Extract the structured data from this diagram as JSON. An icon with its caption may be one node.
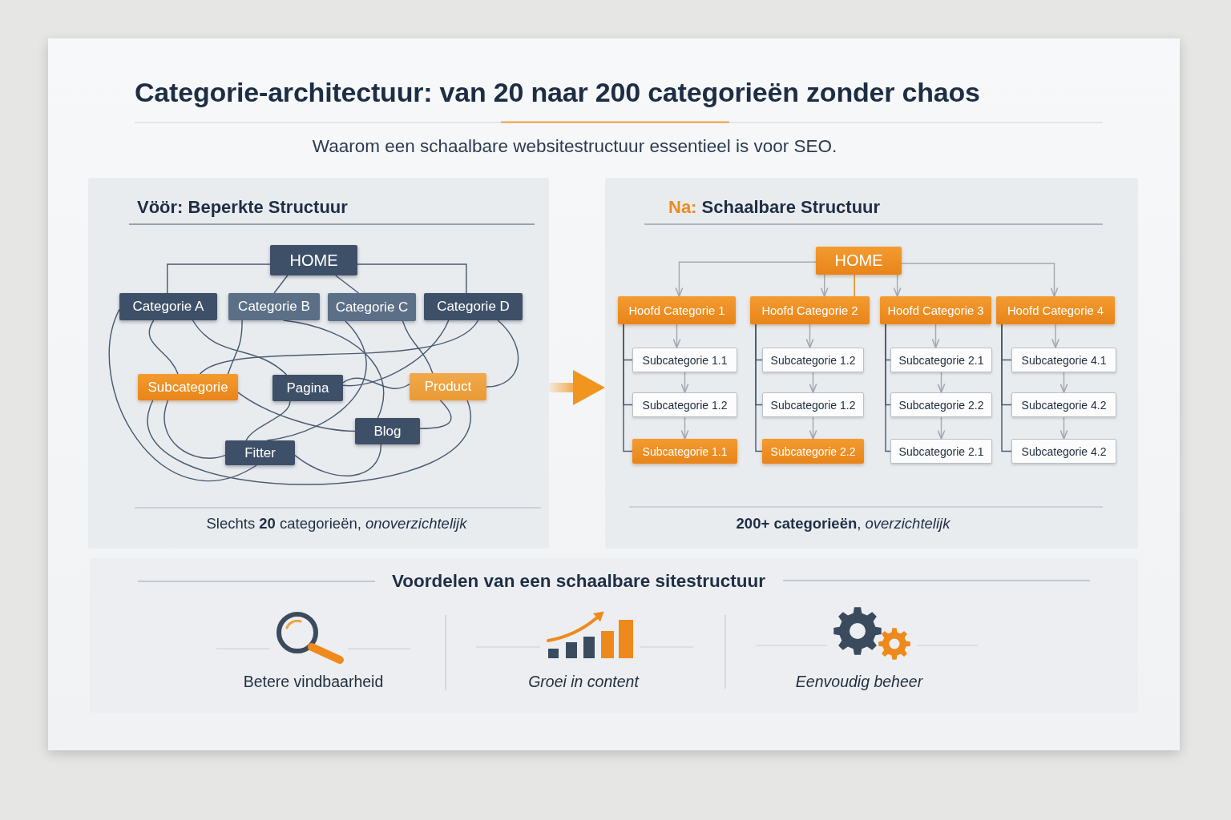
{
  "diagram": {
    "title": "Categorie-architectuur: van 20 naar 200 categorieën zonder chaos",
    "nodes": [
      {
        "text": [
          "Vöör: Beperkte Structuur",
          "Slechts **20** categorieën, *onoverzichtelijk*"
        ]
      },
      {
        "text": [
          "HOME"
        ],
        "in": 0
      },
      {
        "text": [
          "Categorie A"
        ],
        "in": 0
      },
      {
        "text": [
          "Categorie B"
        ],
        "in": 0
      },
      {
        "text": [
          "Categorie C"
        ],
        "in": 0
      },
      {
        "text": [
          "Categorie D"
        ],
        "in": 0
      },
      {
        "text": [
          "Subcategorie"
        ],
        "in": 0
      },
      {
        "text": [
          "Pagina"
        ],
        "in": 0
      },
      {
        "text": [
          "Product"
        ],
        "in": 0
      },
      {
        "text": [
          "Blog"
        ],
        "in": 0
      },
      {
        "text": [
          "Fitter"
        ],
        "in": 0
      },
      {
        "text": [
          "Na: Schaalbare Structuur",
          "**200+ categorieën**, *overzichtelijk*"
        ]
      },
      {
        "text": [
          "HOME"
        ],
        "in": 11
      },
      {
        "text": [
          "Hoofd Categorie 1"
        ],
        "in": 11
      },
      {
        "text": [
          "Hoofd Categorie 2"
        ],
        "in": 11
      },
      {
        "text": [
          "Hoofd Categorie 3"
        ],
        "in": 11
      },
      {
        "text": [
          "Hoofd Categorie 4"
        ],
        "in": 11
      },
      {
        "text": [
          "Subcategorie 1.1"
        ],
        "in": 11
      },
      {
        "text": [
          "Subcategorie 1.2"
        ],
        "in": 11
      },
      {
        "text": [
          "Subcategorie 2.1"
        ],
        "in": 11
      },
      {
        "text": [
          "Subcategorie 4.1"
        ],
        "in": 11
      },
      {
        "text": [
          "Subcategorie 1.2"
        ],
        "in": 11
      },
      {
        "text": [
          "Subcategorie 1.2"
        ],
        "in": 11
      },
      {
        "text": [
          "Subcategorie 2.2"
        ],
        "in": 11
      },
      {
        "text": [
          "Subcategorie 4.2"
        ],
        "in": 11
      },
      {
        "text": [
          "Subcategorie 1.1"
        ],
        "in": 11
      },
      {
        "text": [
          "Subcategorie 2.2"
        ],
        "in": 11
      },
      {
        "text": [
          "Subcategorie 2.1"
        ],
        "in": 11
      },
      {
        "text": [
          "Subcategorie 4.2"
        ],
        "in": 11
      },
      {
        "text": [
          "Voordelen van een schaalbare sitestructuur"
        ]
      }
    ],
    "edges": [
      {
        "from": 1,
        "to": 2,
        "arrow": "none"
      },
      {
        "from": 1,
        "to": 3,
        "arrow": "none"
      },
      {
        "from": 1,
        "to": 4,
        "arrow": "none"
      },
      {
        "from": 1,
        "to": 5,
        "arrow": "none"
      },
      {
        "from": 2,
        "to": 6,
        "arrow": "none"
      },
      {
        "from": 2,
        "to": 7,
        "arrow": "none"
      },
      {
        "from": 2,
        "to": 10,
        "arrow": "none"
      },
      {
        "from": 3,
        "to": 6,
        "arrow": "none"
      },
      {
        "from": 3,
        "to": 9,
        "arrow": "none"
      },
      {
        "from": 4,
        "to": 10,
        "arrow": "none"
      },
      {
        "from": 4,
        "to": 8,
        "arrow": "none"
      },
      {
        "from": 5,
        "to": 8,
        "arrow": "none"
      },
      {
        "from": 5,
        "to": 7,
        "arrow": "none"
      },
      {
        "from": 5,
        "to": 6,
        "arrow": "none"
      },
      {
        "from": 6,
        "to": 9,
        "arrow": "none"
      },
      {
        "from": 6,
        "to": 10,
        "arrow": "none"
      },
      {
        "from": 6,
        "to": 8,
        "arrow": "none"
      },
      {
        "from": 7,
        "to": 8,
        "arrow": "none"
      },
      {
        "from": 7,
        "to": 10,
        "arrow": "none"
      },
      {
        "from": 10,
        "to": 9,
        "arrow": "none"
      },
      {
        "from": 8,
        "to": 9,
        "arrow": "none"
      },
      {
        "from": 0,
        "to": 11,
        "arrow": "to",
        "style": "thick",
        "color": "#f0961e"
      },
      {
        "from": 12,
        "to": 13,
        "arrow": "to",
        "color": "#a3a9b1"
      },
      {
        "from": 12,
        "to": 14,
        "arrow": "to",
        "color": "#a3a9b1"
      },
      {
        "from": 12,
        "to": 14,
        "arrow": "none",
        "color": "#e8891a"
      },
      {
        "from": 12,
        "to": 15,
        "arrow": "to",
        "color": "#a3a9b1"
      },
      {
        "from": 12,
        "to": 16,
        "arrow": "to",
        "color": "#a3a9b1"
      },
      {
        "from": 13,
        "to": 17,
        "arrow": "to",
        "color": "#a3a9b1"
      },
      {
        "from": 17,
        "to": 21,
        "arrow": "to",
        "color": "#a3a9b1"
      },
      {
        "from": 21,
        "to": 25,
        "arrow": "to",
        "color": "#a3a9b1"
      },
      {
        "from": 14,
        "to": 18,
        "arrow": "to",
        "color": "#a3a9b1"
      },
      {
        "from": 18,
        "to": 22,
        "arrow": "to",
        "color": "#a3a9b1"
      },
      {
        "from": 22,
        "to": 26,
        "arrow": "to",
        "color": "#a3a9b1"
      },
      {
        "from": 15,
        "to": 19,
        "arrow": "to",
        "color": "#a3a9b1"
      },
      {
        "from": 19,
        "to": 23,
        "arrow": "to",
        "color": "#a3a9b1"
      },
      {
        "from": 23,
        "to": 27,
        "arrow": "to",
        "color": "#a3a9b1"
      },
      {
        "from": 16,
        "to": 20,
        "arrow": "to",
        "color": "#a3a9b1"
      },
      {
        "from": 20,
        "to": 24,
        "arrow": "to",
        "color": "#a3a9b1"
      },
      {
        "from": 24,
        "to": 28,
        "arrow": "to",
        "color": "#a3a9b1"
      },
      {
        "from": 13,
        "to": 17,
        "arrow": "none"
      },
      {
        "from": 13,
        "to": 21,
        "arrow": "none"
      },
      {
        "from": 13,
        "to": 25,
        "arrow": "none"
      },
      {
        "from": 14,
        "to": 18,
        "arrow": "none"
      },
      {
        "from": 14,
        "to": 22,
        "arrow": "none"
      },
      {
        "from": 14,
        "to": 26,
        "arrow": "none"
      },
      {
        "from": 15,
        "to": 19,
        "arrow": "none"
      },
      {
        "from": 15,
        "to": 23,
        "arrow": "none"
      },
      {
        "from": 15,
        "to": 27,
        "arrow": "none"
      },
      {
        "from": 16,
        "to": 20,
        "arrow": "none"
      },
      {
        "from": 16,
        "to": 24,
        "arrow": "none"
      },
      {
        "from": 16,
        "to": 28,
        "arrow": "none"
      }
    ],
    "labels": [
      "Waarom een schaalbare websitestructuur essentieel is voor SEO.",
      "Betere vindbaarheid",
      "Groei in content",
      "Eenvoudig beheer"
    ]
  }
}
